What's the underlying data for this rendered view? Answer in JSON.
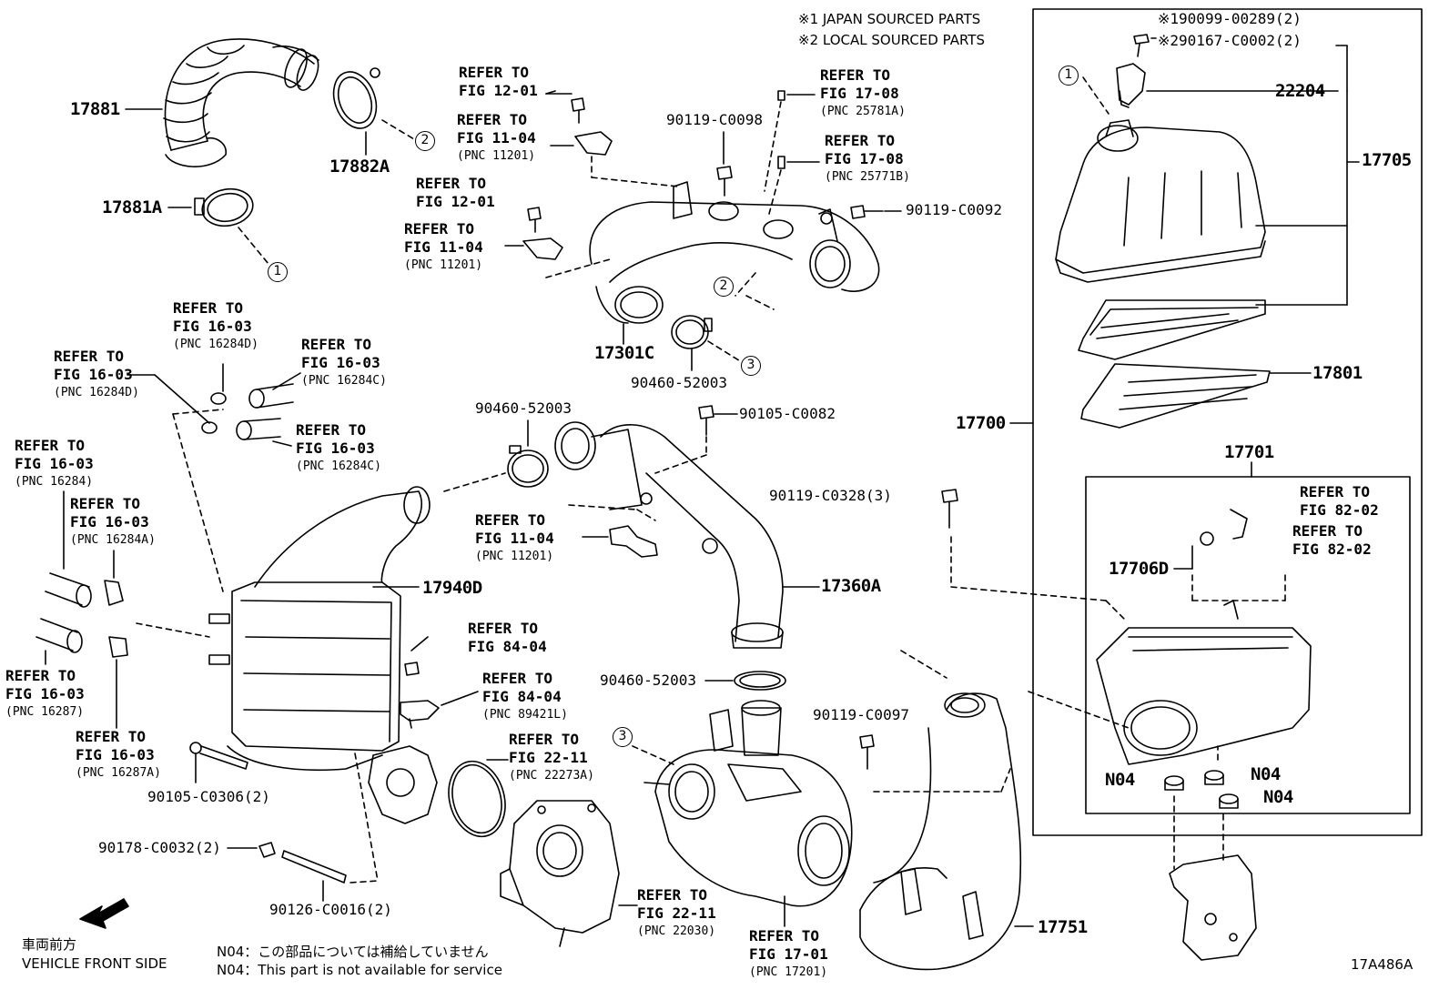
{
  "legend": {
    "japan": "※1 JAPAN SOURCED PARTS",
    "local": "※2 LOCAL SOURCED PARTS"
  },
  "parts": {
    "p17881": "17881",
    "p17882A": "17882A",
    "p17881A": "17881A",
    "p17301C": "17301C",
    "p17940D": "17940D",
    "p17360A": "17360A",
    "p17705": "17705",
    "p22204": "22204",
    "p17801": "17801",
    "p17700": "17700",
    "p17701": "17701",
    "p17706D": "17706D",
    "p17751": "17751",
    "bolt1": "※190099-00289(2)",
    "bolt2": "※290167-C0002(2)",
    "c0098": "90119-C0098",
    "c0092": "90119-C0092",
    "clamp1": "90460-52003",
    "clamp2": "90460-52003",
    "clamp3": "90460-52003",
    "c0082": "90105-C0082",
    "c0328": "90119-C0328(3)",
    "c0306": "90105-C0306(2)",
    "c0032": "90178-C0032(2)",
    "c0016": "90126-C0016(2)",
    "c0097": "90119-C0097",
    "n04a": "N04",
    "n04b": "N04",
    "n04c": "N04"
  },
  "refs": [
    {
      "l1": "REFER TO",
      "l2": "FIG 12-01",
      "pnc": ""
    },
    {
      "l1": "REFER TO",
      "l2": "FIG 11-04",
      "pnc": "(PNC 11201)"
    },
    {
      "l1": "REFER TO",
      "l2": "FIG 12-01",
      "pnc": ""
    },
    {
      "l1": "REFER TO",
      "l2": "FIG 11-04",
      "pnc": "(PNC 11201)"
    },
    {
      "l1": "REFER TO",
      "l2": "FIG 17-08",
      "pnc": "(PNC 25781A)"
    },
    {
      "l1": "REFER TO",
      "l2": "FIG 17-08",
      "pnc": "(PNC 25771B)"
    },
    {
      "l1": "REFER TO",
      "l2": "FIG 16-03",
      "pnc": "(PNC 16284D)"
    },
    {
      "l1": "REFER TO",
      "l2": "FIG 16-03",
      "pnc": "(PNC 16284D)"
    },
    {
      "l1": "REFER TO",
      "l2": "FIG 16-03",
      "pnc": "(PNC 16284C)"
    },
    {
      "l1": "REFER TO",
      "l2": "FIG 16-03",
      "pnc": "(PNC 16284C)"
    },
    {
      "l1": "REFER TO",
      "l2": "FIG 16-03",
      "pnc": "(PNC 16284)"
    },
    {
      "l1": "REFER TO",
      "l2": "FIG 16-03",
      "pnc": "(PNC 16284A)"
    },
    {
      "l1": "REFER TO",
      "l2": "FIG 16-03",
      "pnc": "(PNC 16287)"
    },
    {
      "l1": "REFER TO",
      "l2": "FIG 16-03",
      "pnc": "(PNC 16287A)"
    },
    {
      "l1": "REFER TO",
      "l2": "FIG 11-04",
      "pnc": "(PNC 11201)"
    },
    {
      "l1": "REFER TO",
      "l2": "FIG 84-04",
      "pnc": ""
    },
    {
      "l1": "REFER TO",
      "l2": "FIG 84-04",
      "pnc": "(PNC 89421L)"
    },
    {
      "l1": "REFER TO",
      "l2": "FIG 22-11",
      "pnc": "(PNC 22273A)"
    },
    {
      "l1": "REFER TO",
      "l2": "FIG 22-11",
      "pnc": "(PNC 22030)"
    },
    {
      "l1": "REFER TO",
      "l2": "FIG 17-01",
      "pnc": "(PNC 17201)"
    },
    {
      "l1": "REFER TO",
      "l2": "FIG 82-02",
      "pnc": ""
    },
    {
      "l1": "REFER TO",
      "l2": "FIG 82-02",
      "pnc": ""
    }
  ],
  "callouts": {
    "c1": "1",
    "c2": "2",
    "c3": "3"
  },
  "footer": {
    "front_jp": "車両前方",
    "front_en": "VEHICLE FRONT SIDE",
    "note_jp": "N04：この部品については補給していません",
    "note_en": "N04：This part is not available for service",
    "code": "17A486A"
  }
}
